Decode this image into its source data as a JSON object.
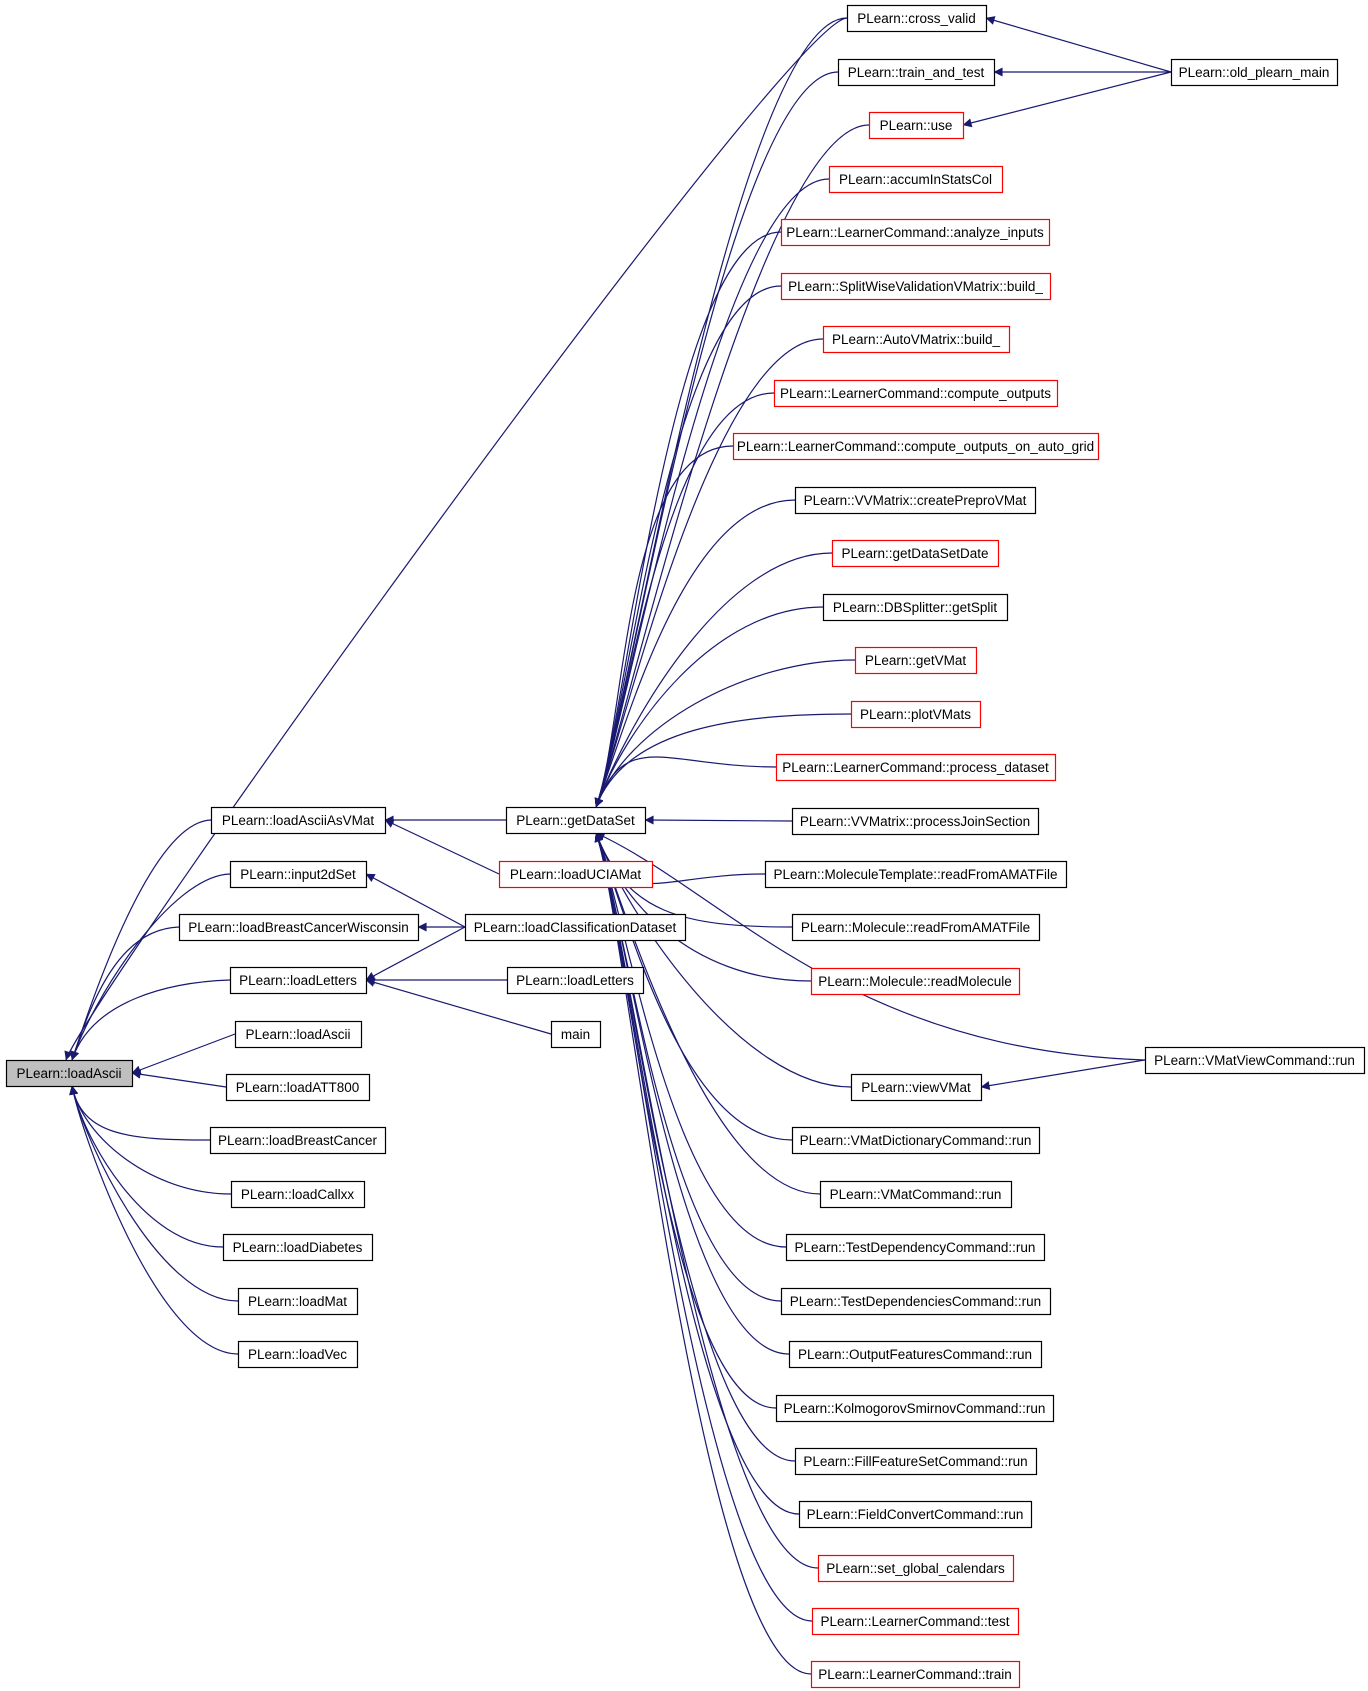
{
  "colors": {
    "edge": "#191970",
    "border_normal": "#000000",
    "border_truncated": "#ff0000",
    "root_fill": "#bfbfbf",
    "node_fill": "#ffffff"
  },
  "nodes": {
    "root": {
      "label": "PLearn::loadAscii",
      "style": "root"
    },
    "loadAsciiAsVMat": {
      "label": "PLearn::loadAsciiAsVMat",
      "style": "normal"
    },
    "input2dSet": {
      "label": "PLearn::input2dSet",
      "style": "normal"
    },
    "loadBCW": {
      "label": "PLearn::loadBreastCancerWisconsin",
      "style": "normal"
    },
    "loadLettersA": {
      "label": "PLearn::loadLetters",
      "style": "normal"
    },
    "loadAsciiB": {
      "label": "PLearn::loadAscii",
      "style": "normal"
    },
    "loadATT800": {
      "label": "PLearn::loadATT800",
      "style": "normal"
    },
    "loadBreastCancer": {
      "label": "PLearn::loadBreastCancer",
      "style": "normal"
    },
    "loadCallxx": {
      "label": "PLearn::loadCallxx",
      "style": "normal"
    },
    "loadDiabetes": {
      "label": "PLearn::loadDiabetes",
      "style": "normal"
    },
    "loadMat": {
      "label": "PLearn::loadMat",
      "style": "normal"
    },
    "loadVec": {
      "label": "PLearn::loadVec",
      "style": "normal"
    },
    "getDataSet": {
      "label": "PLearn::getDataSet",
      "style": "normal"
    },
    "loadUCIAMat": {
      "label": "PLearn::loadUCIAMat",
      "style": "truncated"
    },
    "loadClassification": {
      "label": "PLearn::loadClassificationDataset",
      "style": "normal"
    },
    "loadLettersB": {
      "label": "PLearn::loadLetters",
      "style": "normal"
    },
    "main": {
      "label": "main",
      "style": "normal"
    },
    "crossValid": {
      "label": "PLearn::cross_valid",
      "style": "normal"
    },
    "trainAndTest": {
      "label": "PLearn::train_and_test",
      "style": "normal"
    },
    "use": {
      "label": "PLearn::use",
      "style": "truncated"
    },
    "accumInStatsCol": {
      "label": "PLearn::accumInStatsCol",
      "style": "truncated"
    },
    "analyzeInputs": {
      "label": "PLearn::LearnerCommand::analyze_inputs",
      "style": "truncated"
    },
    "swvBuild": {
      "label": "PLearn::SplitWiseValidationVMatrix::build_",
      "style": "truncated"
    },
    "autoBuild": {
      "label": "PLearn::AutoVMatrix::build_",
      "style": "truncated"
    },
    "computeOutputs": {
      "label": "PLearn::LearnerCommand::compute_outputs",
      "style": "truncated"
    },
    "computeOutputsGrid": {
      "label": "PLearn::LearnerCommand::compute_outputs_on_auto_grid",
      "style": "truncated"
    },
    "createPreproVMat": {
      "label": "PLearn::VVMatrix::createPreproVMat",
      "style": "normal"
    },
    "getDataSetDate": {
      "label": "PLearn::getDataSetDate",
      "style": "truncated"
    },
    "getSplit": {
      "label": "PLearn::DBSplitter::getSplit",
      "style": "normal"
    },
    "getVMat": {
      "label": "PLearn::getVMat",
      "style": "truncated"
    },
    "plotVMats": {
      "label": "PLearn::plotVMats",
      "style": "truncated"
    },
    "processDataset": {
      "label": "PLearn::LearnerCommand::process_dataset",
      "style": "truncated"
    },
    "processJoin": {
      "label": "PLearn::VVMatrix::processJoinSection",
      "style": "normal"
    },
    "molTplRead": {
      "label": "PLearn::MoleculeTemplate::readFromAMATFile",
      "style": "normal"
    },
    "molRead": {
      "label": "PLearn::Molecule::readFromAMATFile",
      "style": "normal"
    },
    "readMolecule": {
      "label": "PLearn::Molecule::readMolecule",
      "style": "truncated"
    },
    "viewVMat": {
      "label": "PLearn::viewVMat",
      "style": "normal"
    },
    "vmatDictRun": {
      "label": "PLearn::VMatDictionaryCommand::run",
      "style": "normal"
    },
    "vmatCmdRun": {
      "label": "PLearn::VMatCommand::run",
      "style": "normal"
    },
    "testDepRun": {
      "label": "PLearn::TestDependencyCommand::run",
      "style": "normal"
    },
    "testDepsRun": {
      "label": "PLearn::TestDependenciesCommand::run",
      "style": "normal"
    },
    "outputFeatRun": {
      "label": "PLearn::OutputFeaturesCommand::run",
      "style": "normal"
    },
    "ksRun": {
      "label": "PLearn::KolmogorovSmirnovCommand::run",
      "style": "normal"
    },
    "fillFeatRun": {
      "label": "PLearn::FillFeatureSetCommand::run",
      "style": "normal"
    },
    "fieldConvRun": {
      "label": "PLearn::FieldConvertCommand::run",
      "style": "normal"
    },
    "setCalendars": {
      "label": "PLearn::set_global_calendars",
      "style": "truncated"
    },
    "lcTest": {
      "label": "PLearn::LearnerCommand::test",
      "style": "truncated"
    },
    "lcTrain": {
      "label": "PLearn::LearnerCommand::train",
      "style": "truncated"
    },
    "oldPlearnMain": {
      "label": "PLearn::old_plearn_main",
      "style": "normal"
    },
    "vmatViewRun": {
      "label": "PLearn::VMatViewCommand::run",
      "style": "normal"
    }
  },
  "edges": [
    [
      "root",
      "crossValid"
    ],
    [
      "root",
      "loadAsciiAsVMat"
    ],
    [
      "root",
      "input2dSet"
    ],
    [
      "root",
      "loadBCW"
    ],
    [
      "root",
      "loadLettersA"
    ],
    [
      "root",
      "loadAsciiB"
    ],
    [
      "root",
      "loadATT800"
    ],
    [
      "root",
      "loadBreastCancer"
    ],
    [
      "root",
      "loadCallxx"
    ],
    [
      "root",
      "loadDiabetes"
    ],
    [
      "root",
      "loadMat"
    ],
    [
      "root",
      "loadVec"
    ],
    [
      "loadAsciiAsVMat",
      "getDataSet"
    ],
    [
      "loadAsciiAsVMat",
      "loadUCIAMat"
    ],
    [
      "input2dSet",
      "loadClassification"
    ],
    [
      "loadBCW",
      "loadClassification"
    ],
    [
      "loadLettersA",
      "loadClassification"
    ],
    [
      "loadLettersA",
      "loadLettersB"
    ],
    [
      "loadLettersA",
      "main"
    ],
    [
      "getDataSet",
      "crossValid"
    ],
    [
      "getDataSet",
      "trainAndTest"
    ],
    [
      "getDataSet",
      "use"
    ],
    [
      "getDataSet",
      "accumInStatsCol"
    ],
    [
      "getDataSet",
      "analyzeInputs"
    ],
    [
      "getDataSet",
      "swvBuild"
    ],
    [
      "getDataSet",
      "autoBuild"
    ],
    [
      "getDataSet",
      "computeOutputs"
    ],
    [
      "getDataSet",
      "computeOutputsGrid"
    ],
    [
      "getDataSet",
      "createPreproVMat"
    ],
    [
      "getDataSet",
      "getDataSetDate"
    ],
    [
      "getDataSet",
      "getSplit"
    ],
    [
      "getDataSet",
      "getVMat"
    ],
    [
      "getDataSet",
      "plotVMats"
    ],
    [
      "getDataSet",
      "processDataset"
    ],
    [
      "getDataSet",
      "processJoin"
    ],
    [
      "getDataSet",
      "molTplRead"
    ],
    [
      "getDataSet",
      "molRead"
    ],
    [
      "getDataSet",
      "readMolecule"
    ],
    [
      "getDataSet",
      "vmatViewRun"
    ],
    [
      "getDataSet",
      "viewVMat"
    ],
    [
      "getDataSet",
      "vmatDictRun"
    ],
    [
      "getDataSet",
      "vmatCmdRun"
    ],
    [
      "getDataSet",
      "testDepRun"
    ],
    [
      "getDataSet",
      "testDepsRun"
    ],
    [
      "getDataSet",
      "outputFeatRun"
    ],
    [
      "getDataSet",
      "ksRun"
    ],
    [
      "getDataSet",
      "fillFeatRun"
    ],
    [
      "getDataSet",
      "fieldConvRun"
    ],
    [
      "getDataSet",
      "setCalendars"
    ],
    [
      "getDataSet",
      "lcTest"
    ],
    [
      "getDataSet",
      "lcTrain"
    ],
    [
      "crossValid",
      "oldPlearnMain"
    ],
    [
      "trainAndTest",
      "oldPlearnMain"
    ],
    [
      "use",
      "oldPlearnMain"
    ],
    [
      "viewVMat",
      "vmatViewRun"
    ]
  ]
}
